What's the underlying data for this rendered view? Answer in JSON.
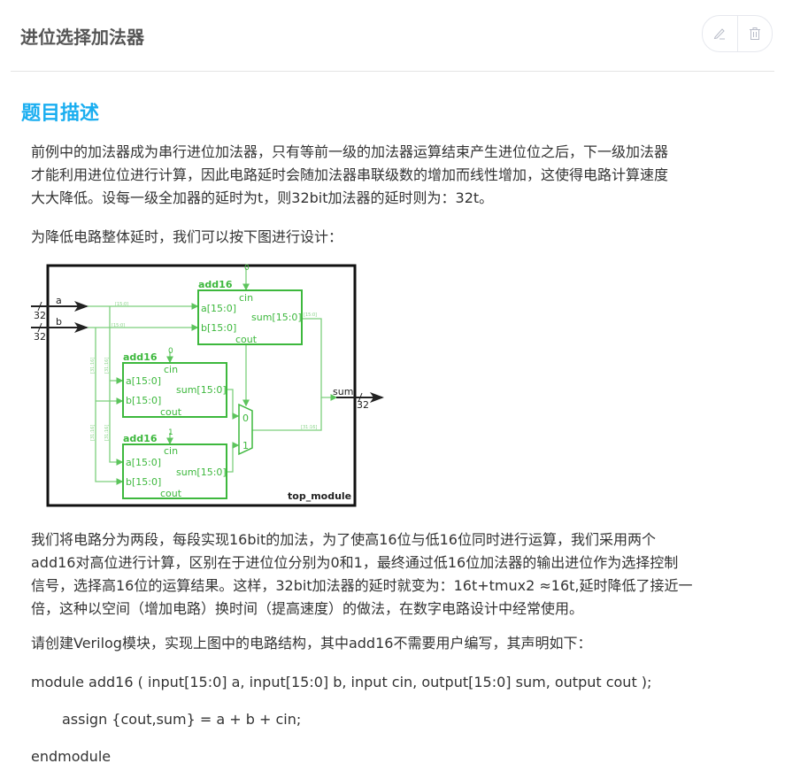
{
  "header": {
    "title": "进位选择加法器",
    "edit_icon": "pencil-icon",
    "delete_icon": "trash-icon"
  },
  "section_title": "题目描述",
  "paragraphs": {
    "p1": [
      "前例中的加法器成为串行进位加法器，只有等前一级的加法器运算结束产生进位位之后，下一级加法器",
      "才能利用进位位进行计算，因此电路延时会随加法器串联级数的增加而线性增加，这使得电路计算速度",
      "大大降低。设每一级全加器的延时为t，则32bit加法器的延时则为：32t。"
    ],
    "p2": [
      "为降低电路整体延时，我们可以按下图进行设计："
    ],
    "p3": [
      "我们将电路分为两段，每段实现16bit的加法，为了使高16位与低16位同时进行运算，我们采用两个",
      "add16对高位进行计算，区别在于进位位分别为0和1，最终通过低16位加法器的输出进位作为选择控制",
      "信号，选择高16位的运算结果。这样，32bit加法器的延时就变为：16t+tmux2 ≈16t,延时降低了接近一",
      "倍，这种以空间（增加电路）换时间（提高速度）的做法，在数字电路设计中经常使用。"
    ],
    "p4": [
      "请创建Verilog模块，实现上图中的电路结构，其中add16不需要用户编写，其声明如下："
    ],
    "code1": "module add16 ( input[15:0] a, input[15:0] b, input cin, output[15:0] sum, output cout );",
    "code2": "assign {cout,sum} = a + b + cin;",
    "code3": "endmodule"
  },
  "diagram": {
    "module_name": "top_module",
    "block_name": "add16",
    "in_a": "a",
    "in_b": "b",
    "out_sum": "sum",
    "width": "32",
    "port_cin": "cin",
    "port_a": "a[15:0]",
    "port_b": "b[15:0]",
    "port_sum": "sum[15:0]",
    "port_cout": "cout",
    "cin_top": "0",
    "cin_mid": "0",
    "cin_bot": "1",
    "mux_0": "0",
    "mux_1": "1",
    "bus_low": "[15:0]",
    "bus_high": "[31:16]"
  },
  "colors": {
    "accent": "#1aaef0",
    "wire": "#5cc45c",
    "block": "#3db83d"
  }
}
